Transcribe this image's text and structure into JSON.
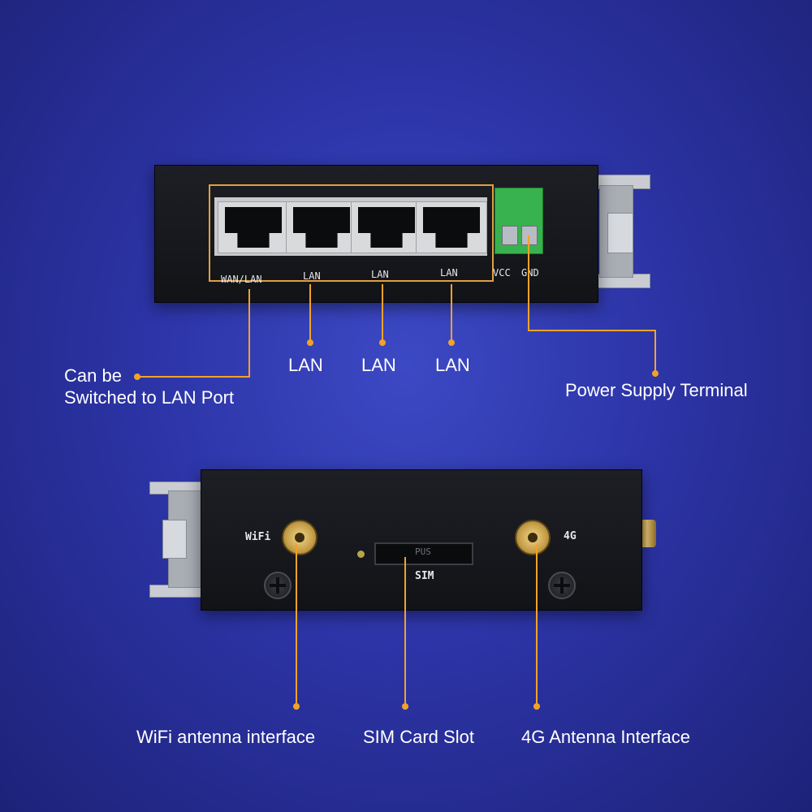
{
  "top_panel": {
    "port_labels": [
      "WAN/LAN",
      "LAN",
      "LAN",
      "LAN"
    ],
    "terminal_labels": [
      "VCC",
      "GND"
    ]
  },
  "bottom_panel": {
    "wifi_label": "WiFi",
    "sim_label": "SIM",
    "sim_slot_text": "PUS",
    "lte_label": "4G"
  },
  "callouts": {
    "wan_line1": "Can be",
    "wan_line2": "Switched to LAN Port",
    "lan1": "LAN",
    "lan2": "LAN",
    "lan3": "LAN",
    "power": "Power Supply Terminal",
    "wifi_antenna": "WiFi antenna interface",
    "sim_slot": "SIM Card Slot",
    "lte_antenna": "4G Antenna Interface"
  },
  "colors": {
    "callout_line": "#f2a22a",
    "background": "#2c34a6",
    "terminal": "#38b24e"
  }
}
